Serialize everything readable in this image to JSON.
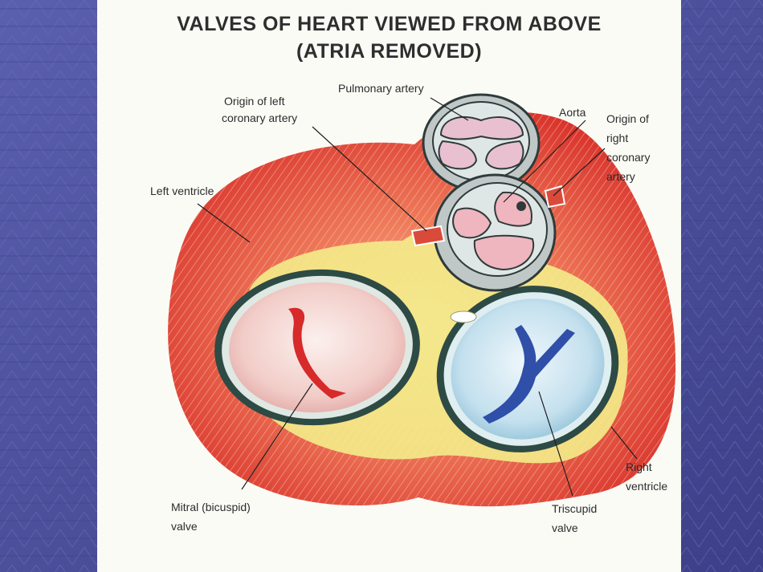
{
  "title": {
    "line1": "VALVES OF HEART VIEWED FROM ABOVE",
    "line2": "(ATRIA REMOVED)"
  },
  "labels": {
    "pulmonary_artery": "Pulmonary artery",
    "origin_left_coronary_1": "Origin of left",
    "origin_left_coronary_2": "coronary artery",
    "aorta": "Aorta",
    "origin_right_coronary_1": "Origin of",
    "origin_right_coronary_2": "right",
    "origin_right_coronary_3": "coronary",
    "origin_right_coronary_4": "artery",
    "left_ventricle": "Left ventricle",
    "right_ventricle_1": "Right",
    "right_ventricle_2": "ventricle",
    "mitral_1": "Mitral (bicuspid)",
    "mitral_2": "valve",
    "tricuspid_1": "Triscupid",
    "tricuspid_2": "valve"
  },
  "colors": {
    "slide_background": "#4b4f9a",
    "panel": "#fbfbf6",
    "muscle": "#e0423a",
    "fat": "#f4ec8a",
    "mitral_valve": "#f2d4d0",
    "tricuspid_valve": "#c4e0ee",
    "vessel_ring": "#c9d0d0"
  }
}
